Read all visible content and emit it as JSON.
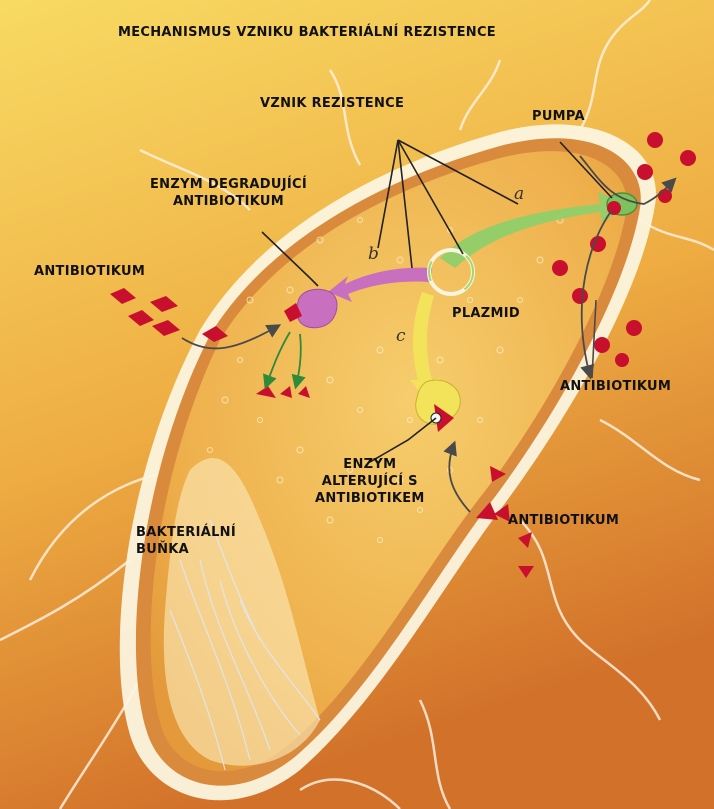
{
  "title": "MECHANISMUS VZNIKU BAKTERIÁLNÍ REZISTENCE",
  "labels": {
    "resistance_origin": "VZNIK REZISTENCE",
    "pump": "PUMPA",
    "degrading_enzyme_line1": "ENZYM DEGRADUJÍCÍ",
    "degrading_enzyme_line2": "ANTIBIOTIKUM",
    "antibiotic_left": "ANTIBIOTIKUM",
    "plasmid": "PLAZMID",
    "antibiotic_right": "ANTIBIOTIKUM",
    "altering_enzyme_line1": "ENZYM",
    "altering_enzyme_line2": "ALTERUJÍCÍ S",
    "altering_enzyme_line3": "ANTIBIOTIKEM",
    "antibiotic_bottom": "ANTIBIOTIKUM",
    "bacterial_cell_line1": "BAKTERIÁLNÍ",
    "bacterial_cell_line2": "BUŇKA"
  },
  "pathways": {
    "a": "a",
    "b": "b",
    "c": "c"
  },
  "colors": {
    "background_top": "#f6d35c",
    "background_bottom": "#d9782a",
    "cell_fill": "#f3b851",
    "cell_membrane": "#fbf1d8",
    "pathway_a": "#8fcf6a",
    "pathway_b": "#c86fc0",
    "pathway_c": "#f3e35a",
    "antibiotic": "#c8102e",
    "arrow": "#4a4a4a"
  }
}
